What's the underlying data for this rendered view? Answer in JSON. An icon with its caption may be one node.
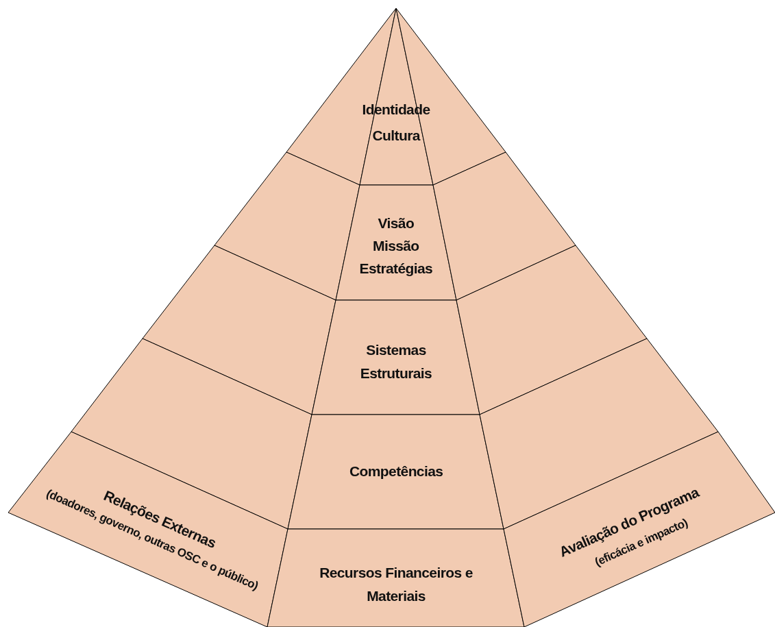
{
  "diagram": {
    "nodes": [
      {
        "text": [],
        "shape": "box"
      },
      {
        "text": [
          "Identidade",
          "Cultura"
        ]
      },
      {
        "text": [],
        "shape": "box"
      },
      {
        "text": [],
        "shape": "box"
      },
      {
        "text": [
          "Visão",
          "Missão",
          "Estratégias"
        ]
      },
      {
        "text": [],
        "shape": "box"
      },
      {
        "text": [],
        "shape": "box"
      },
      {
        "text": [
          "Sistemas Estruturais"
        ]
      },
      {
        "text": [],
        "shape": "box"
      },
      {
        "text": [],
        "shape": "box"
      },
      {
        "text": [
          "Competências"
        ]
      },
      {
        "text": [],
        "shape": "box"
      },
      {
        "text": [
          "Relações Externas",
          "(doadores, governo, outras OSC e o público)"
        ]
      },
      {
        "text": [
          "Recursos Financeiros e Materiais"
        ]
      },
      {
        "text": [
          "Avaliação do Programa",
          "(eficácia e impacto)"
        ]
      }
    ]
  }
}
